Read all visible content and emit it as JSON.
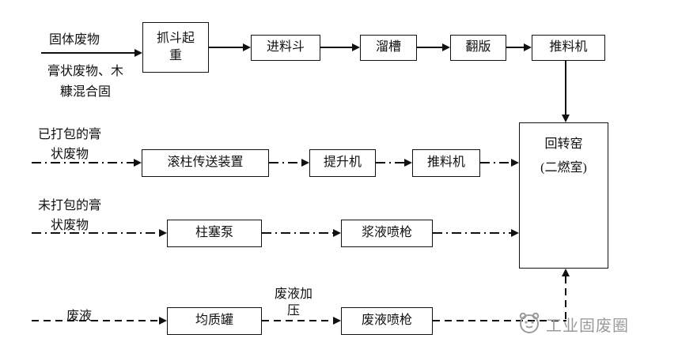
{
  "diagram": {
    "labels": {
      "solid_waste": "固体废物",
      "paste_mixture": "膏状废物、木糠混合固",
      "packaged_paste": "已打包的膏状废物",
      "unpackaged_paste": "未打包的膏状废物",
      "waste_liquid": "废液",
      "liquid_pressurize": "废液加压"
    },
    "nodes": {
      "grab_crane": "抓斗起重",
      "feed_hopper": "进料斗",
      "chute": "溜槽",
      "flip_plate": "翻版",
      "pusher_top": "推料机",
      "roller_conveyor": "滚柱传送装置",
      "elevator": "提升机",
      "pusher_mid": "推料机",
      "plunger_pump": "柱塞泵",
      "slurry_gun": "浆液喷枪",
      "homogenizing_tank": "均质罐",
      "waste_liquid_gun": "废液喷枪",
      "rotary_kiln": "回转窑",
      "rotary_kiln_sub": "(二燃室)"
    },
    "watermark": {
      "text": "工业固废圈"
    },
    "colors": {
      "line": "#111111",
      "watermark": "#9b9b9b",
      "background": "#ffffff"
    }
  }
}
